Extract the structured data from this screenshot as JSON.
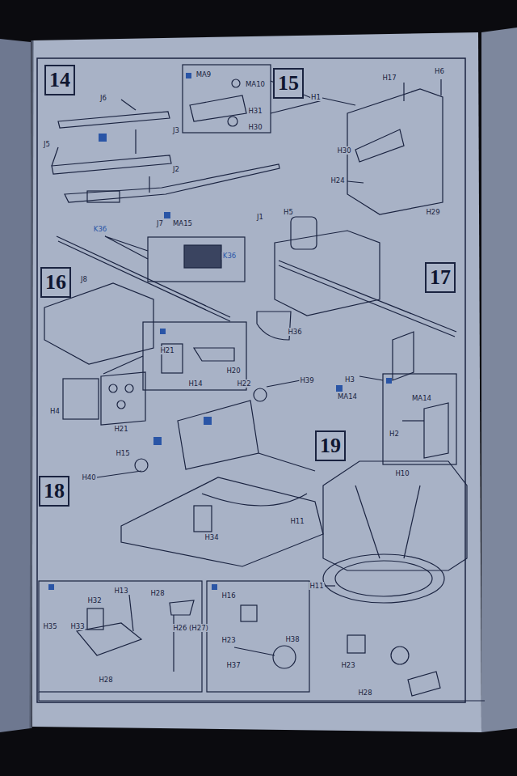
{
  "diagram": {
    "nodes": [
      {
        "text": [
          "14"
        ]
      },
      {
        "text": [
          "15"
        ]
      },
      {
        "text": [
          "16"
        ]
      },
      {
        "text": [
          "17"
        ]
      },
      {
        "text": [
          "18"
        ]
      },
      {
        "text": [
          "19"
        ]
      }
    ],
    "labels": [
      "J6",
      "J5",
      "J3",
      "J2",
      "J1",
      "J7",
      "MA15",
      "MA9",
      "MA10",
      "H31",
      "H30",
      "H1",
      "H17",
      "H6",
      "H30",
      "H24",
      "H29",
      "K36",
      "K36",
      "J8",
      "H4",
      "H21",
      "H21",
      "H20",
      "H14",
      "H5",
      "H36",
      "H3",
      "MA14",
      "MA14",
      "H2",
      "H22",
      "H39",
      "H40",
      "H15",
      "H34",
      "H11",
      "H13",
      "H28",
      "H32",
      "H35",
      "H33",
      "H26 (H27)",
      "H28",
      "H16",
      "H23",
      "H37",
      "H38",
      "H10",
      "H11",
      "H23",
      "H28"
    ]
  }
}
